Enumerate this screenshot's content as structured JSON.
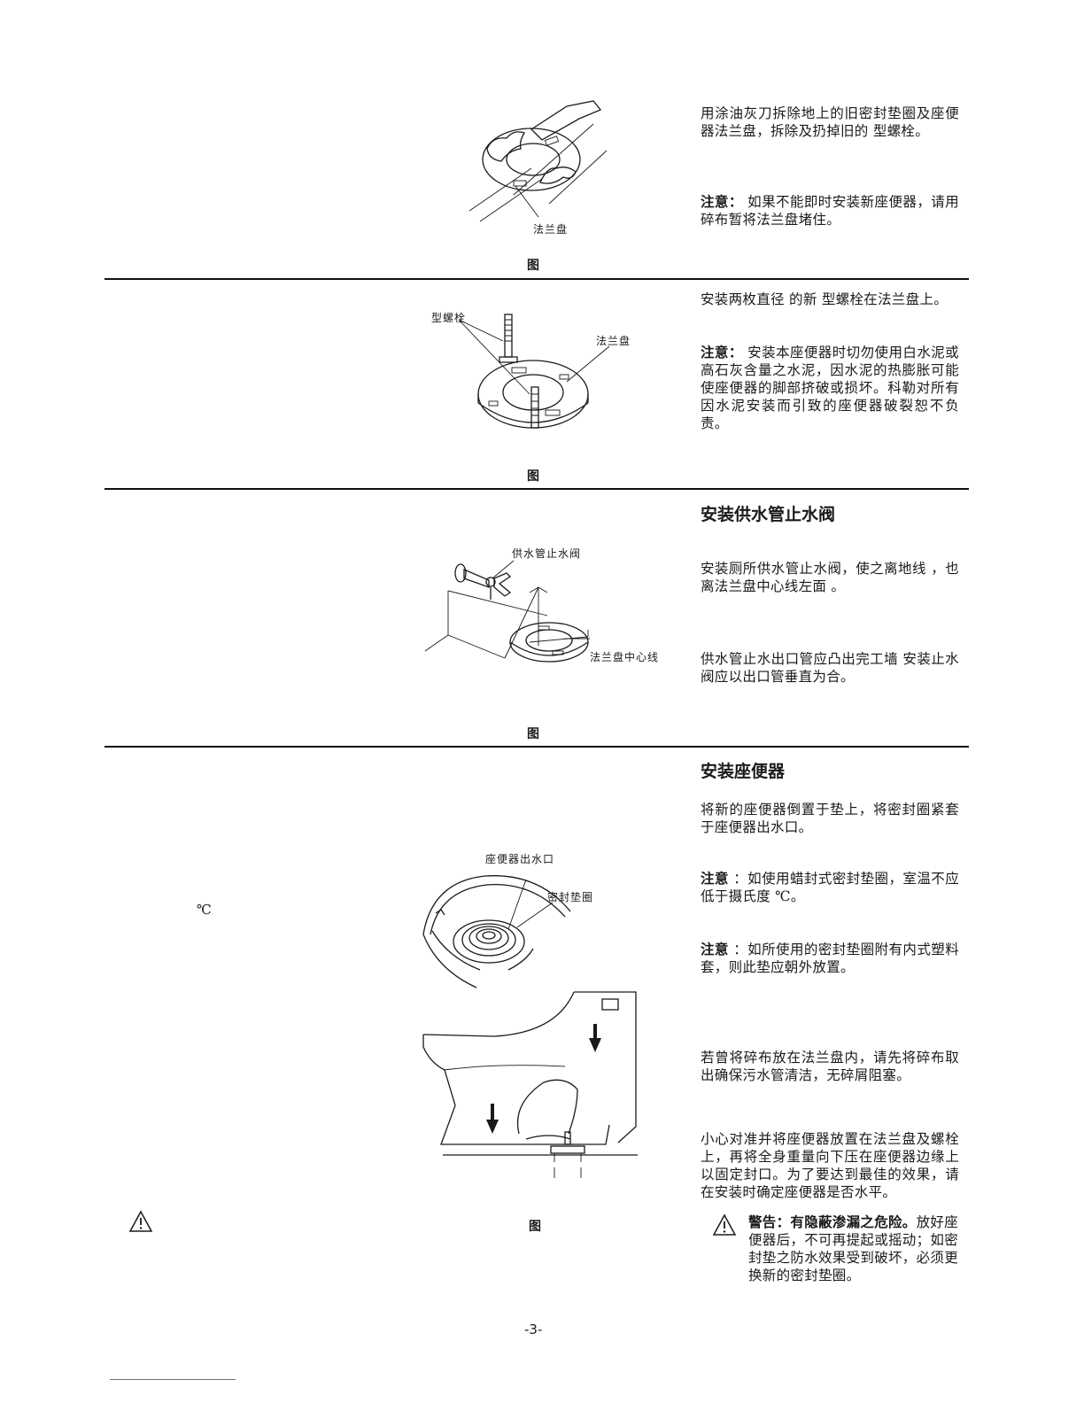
{
  "section1": {
    "instruction": "用涂油灰刀拆除地上的旧密封垫圈及座便器法兰盘，拆除及扔掉旧的 型螺栓。",
    "note_label": "注意：",
    "note_text": "如果不能即时安装新座便器，请用碎布暂将法兰盘堵住。",
    "callout_flange": "法兰盘",
    "figure_label": "图"
  },
  "section2": {
    "instruction": "安装两枚直径 的新 型螺栓在法兰盘上。",
    "note_label": "注意：",
    "note_text": "安装本座便器时切勿使用白水泥或高石灰含量之水泥，因水泥的热膨胀可能使座便器的脚部挤破或损坏。科勒对所有因水泥安装而引致的座便器破裂恕不负责。",
    "callout_bolt": "型螺栓",
    "callout_flange": "法兰盘",
    "figure_label": "图"
  },
  "section3": {
    "heading": "安装供水管止水阀",
    "instruction": "安装厕所供水管止水阀，使之离地线 ，也离法兰盘中心线左面 。",
    "instruction2": "供水管止水出口管应凸出完工墙 安装止水阀应以出口管垂直为合。",
    "callout_valve": "供水管止水阀",
    "callout_center": "法兰盘中心线",
    "figure_label": "图"
  },
  "section4": {
    "heading": "安装座便器",
    "step1": "将新的座便器倒置于垫上，将密封圈紧套于座便器出水口。",
    "note1_label": "注意",
    "note1_text": "：如使用蜡封式密封垫圈，室温不应低于摄氏度 ℃。",
    "note2_label": "注意",
    "note2_text": "：如所使用的密封垫圈附有内式塑料套，则此垫应朝外放置。",
    "step2": "若曾将碎布放在法兰盘内，请先将碎布取出确保污水管清洁，无碎屑阻塞。",
    "step3": "小心对准并将座便器放置在法兰盘及螺栓上，再将全身重量向下压在座便器边缘上以固定封口。为了要达到最佳的效果，请在安装时确定座便器是否水平。",
    "warning_label": "警告：有隐蔽渗漏之危险。",
    "warning_text": "放好座便器后，不可再提起或摇动；如密封垫之防水效果受到破坏，必须更换新的密封垫圈。",
    "callout_outlet": "座便器出水口",
    "callout_seal": "密封垫圈",
    "left_celsius": "℃",
    "figure_label": "图"
  },
  "footer": {
    "page_number": "-3-"
  }
}
